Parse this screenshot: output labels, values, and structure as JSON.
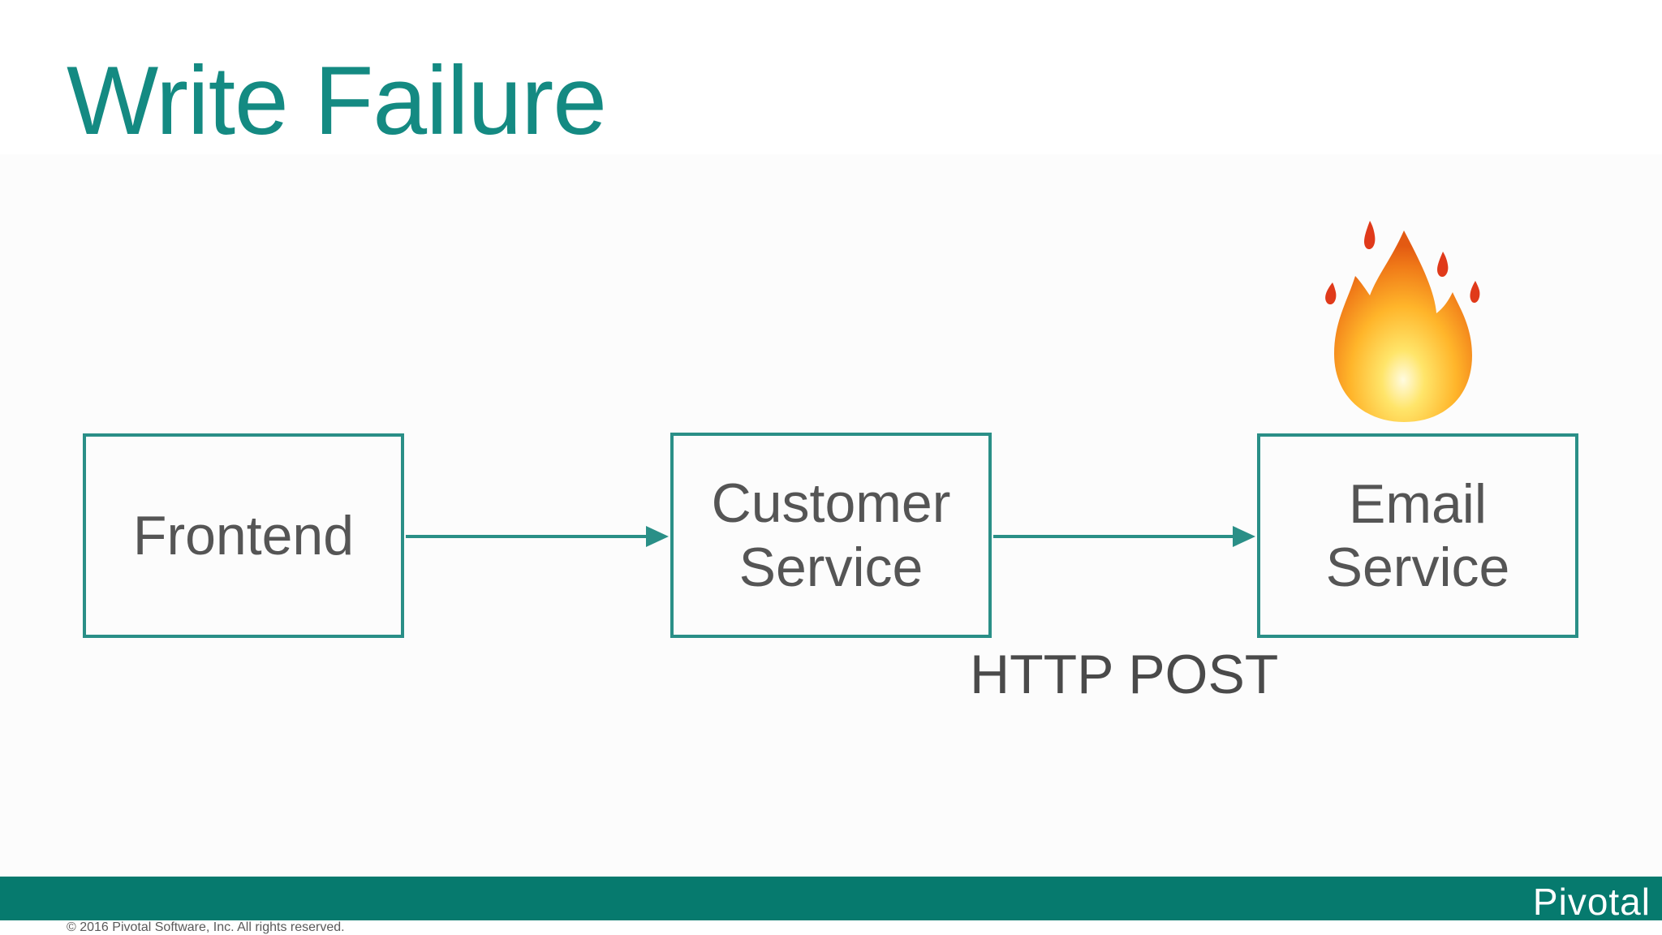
{
  "slide": {
    "title": "Write Failure"
  },
  "diagram": {
    "nodes": [
      {
        "id": "frontend",
        "label_lines": [
          "Frontend"
        ]
      },
      {
        "id": "customer-service",
        "label_lines": [
          "Customer",
          "Service"
        ]
      },
      {
        "id": "email-service",
        "label_lines": [
          "Email",
          "Service"
        ],
        "marker": "fire-icon"
      }
    ],
    "edges": [
      {
        "from": "frontend",
        "to": "customer-service",
        "label": ""
      },
      {
        "from": "customer-service",
        "to": "email-service",
        "label": "HTTP POST"
      }
    ],
    "edge_label": "HTTP POST"
  },
  "footer": {
    "brand": "Pivotal",
    "copyright": "© 2016 Pivotal Software, Inc.  All rights reserved."
  },
  "colors": {
    "accent": "#148a82",
    "box_border": "#2a8f87",
    "footer_bar": "#067a6e",
    "text": "#555555"
  }
}
